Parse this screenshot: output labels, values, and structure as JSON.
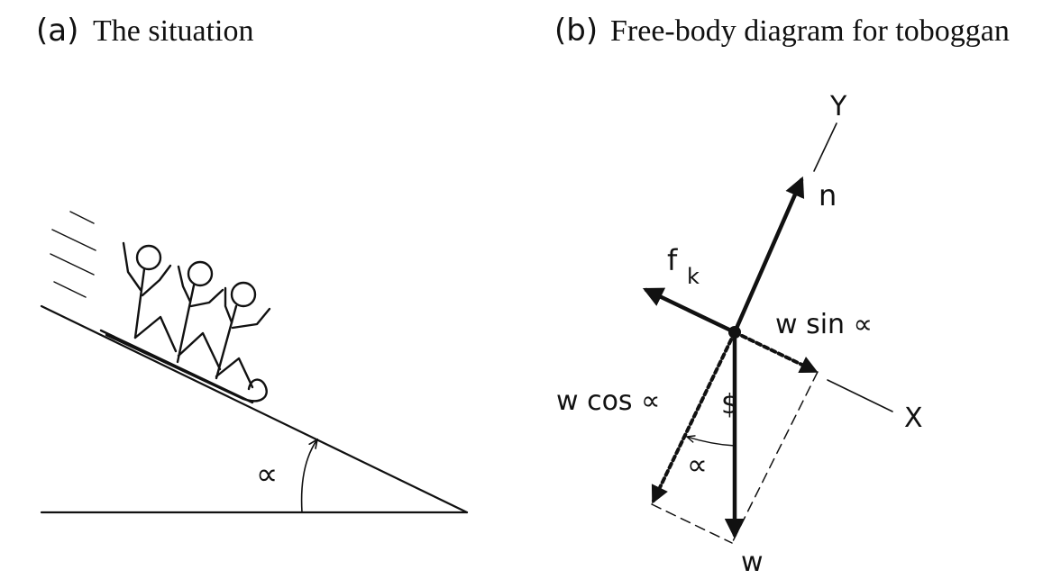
{
  "panel_a": {
    "letter": "(a)",
    "title": "The situation",
    "angle_label": "∝"
  },
  "panel_b": {
    "letter": "(b)",
    "title": "Free-body diagram for toboggan",
    "axis_y_label": "Y",
    "axis_x_label": "X",
    "force_normal_label": "n",
    "force_friction_label": "f",
    "force_friction_subscript": "k",
    "weight_sin_label": "w sin ∝",
    "weight_cos_label": "w cos ∝",
    "weight_label": "w",
    "angle_label": "∝",
    "strike_symbol": "$"
  }
}
